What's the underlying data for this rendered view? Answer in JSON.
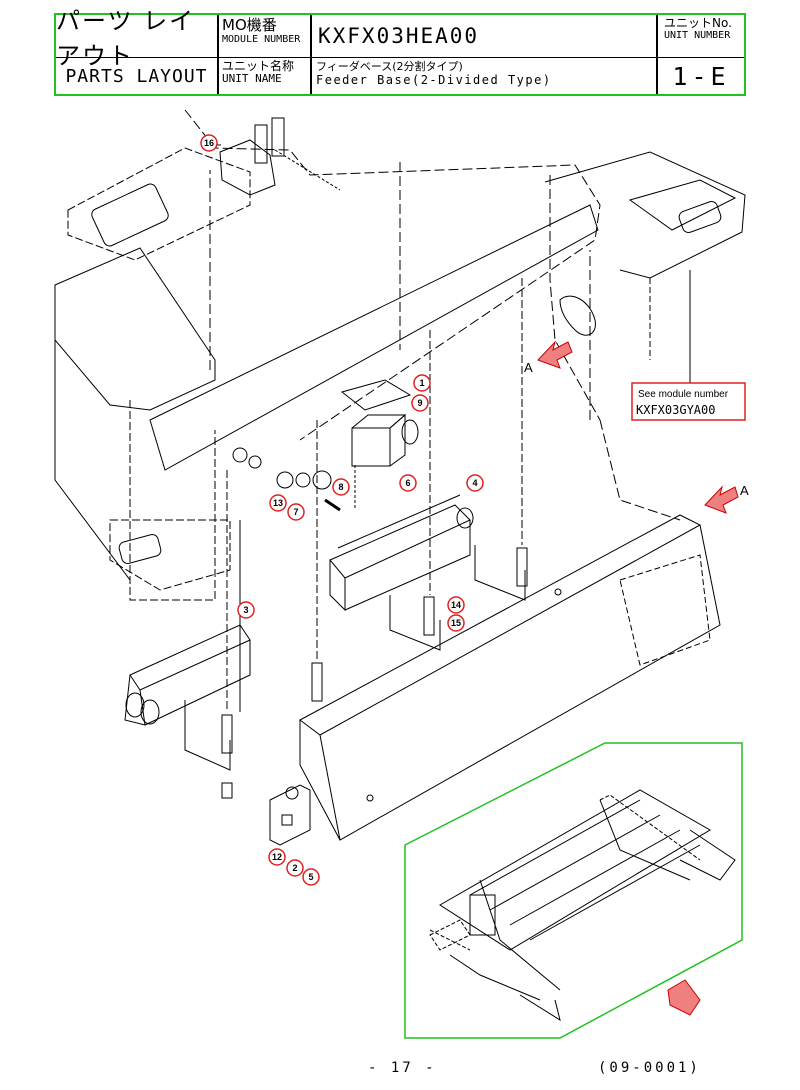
{
  "header": {
    "title_jp": "パーツ レイアウト",
    "title_en": "PARTS LAYOUT",
    "mo_label_jp": "MO機番",
    "mo_label_en": "MODULE NUMBER",
    "module_number": "KXFX03HEA00",
    "unit_label_jp": "ユニットNo.",
    "unit_label_en": "UNIT NUMBER",
    "unit_name_label_jp": "ユニット名称",
    "unit_name_label_en": "UNIT NAME",
    "unit_name_jp": "フィーダベース(2分割タイプ)",
    "unit_name_en": "Feeder Base(2-Divided Type)",
    "unit_number": "1-E"
  },
  "drawing": {
    "see_module_label": "See module number",
    "see_module_number": "KXFX03GYA00",
    "view_marker_a": "A",
    "view_marker_a2": "A",
    "callouts": [
      "1",
      "9",
      "8",
      "6",
      "4",
      "13",
      "7",
      "3",
      "14",
      "15",
      "12",
      "2",
      "5",
      "16"
    ],
    "accent_color": "#22c022",
    "callout_color": "#e02020"
  },
  "footer": {
    "page": "- 17 -",
    "code": "(09-0001)"
  }
}
